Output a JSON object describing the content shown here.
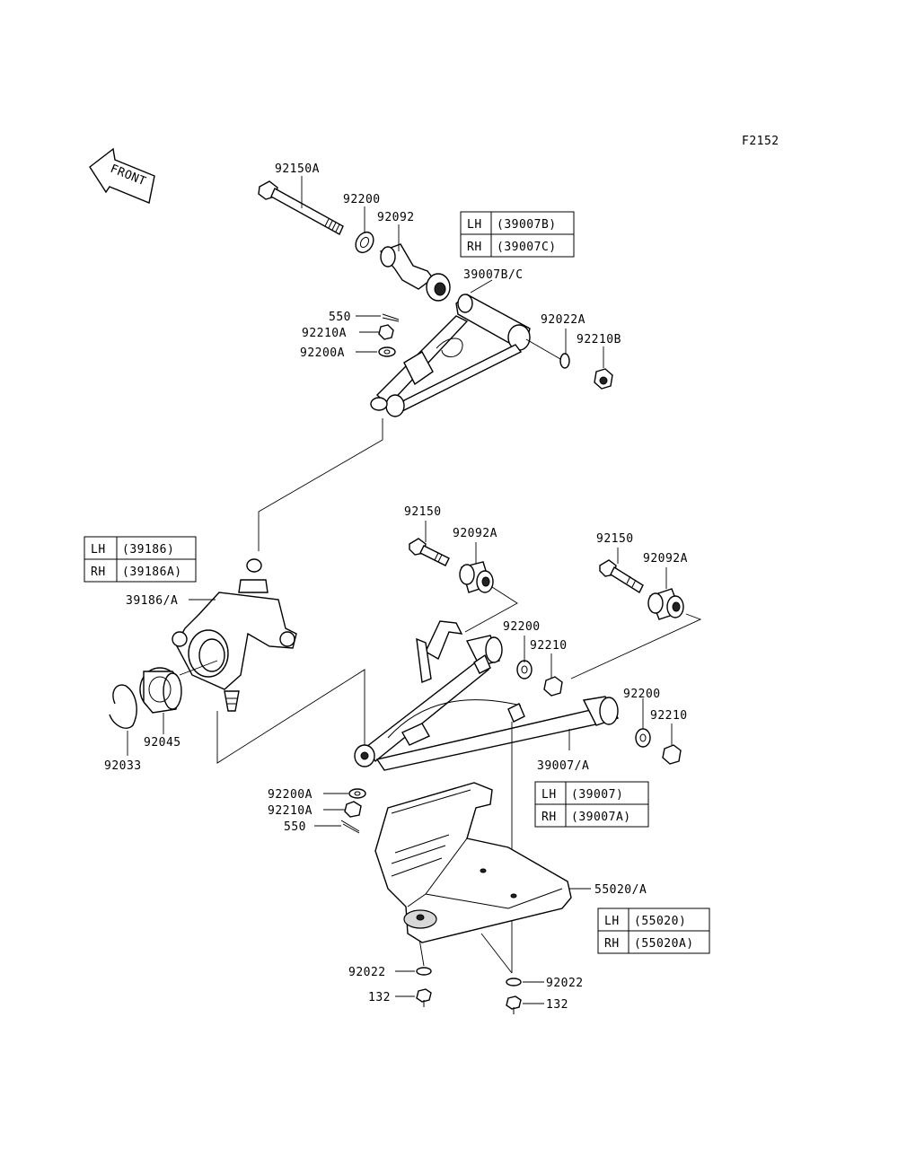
{
  "diagram": {
    "figure_code": "F2152",
    "front_label": "FRONT",
    "labels": {
      "upper_bolt": "92150A",
      "upper_washer": "92200",
      "upper_bushing": "92092",
      "upper_arm": "39007B/C",
      "upper_cotter": "550",
      "upper_castle_nut": "92210A",
      "upper_washer_a": "92200A",
      "upper_washer_22a": "92022A",
      "upper_nut_b": "92210B",
      "knuckle": "39186/A",
      "bearing": "92045",
      "circlip": "92033",
      "lower_bolt_1": "92150",
      "lower_bushing_1": "92092A",
      "lower_bolt_2": "92150",
      "lower_bushing_2": "92092A",
      "lower_washer_1": "92200",
      "lower_nut_1": "92210",
      "lower_washer_2": "92200",
      "lower_nut_2": "92210",
      "lower_arm": "39007/A",
      "lower_washer_a": "92200A",
      "lower_castle_nut": "92210A",
      "lower_cotter": "550",
      "guard": "55020/A",
      "guard_washer_left": "92022",
      "guard_washer_right": "92022",
      "guard_bolt_left": "132",
      "guard_bolt_right": "132"
    },
    "tables": {
      "upper_arm": [
        {
          "side": "LH",
          "part": "(39007B)"
        },
        {
          "side": "RH",
          "part": "(39007C)"
        }
      ],
      "knuckle": [
        {
          "side": "LH",
          "part": "(39186)"
        },
        {
          "side": "RH",
          "part": "(39186A)"
        }
      ],
      "lower_arm": [
        {
          "side": "LH",
          "part": "(39007)"
        },
        {
          "side": "RH",
          "part": "(39007A)"
        }
      ],
      "guard": [
        {
          "side": "LH",
          "part": "(55020)"
        },
        {
          "side": "RH",
          "part": "(55020A)"
        }
      ]
    }
  }
}
